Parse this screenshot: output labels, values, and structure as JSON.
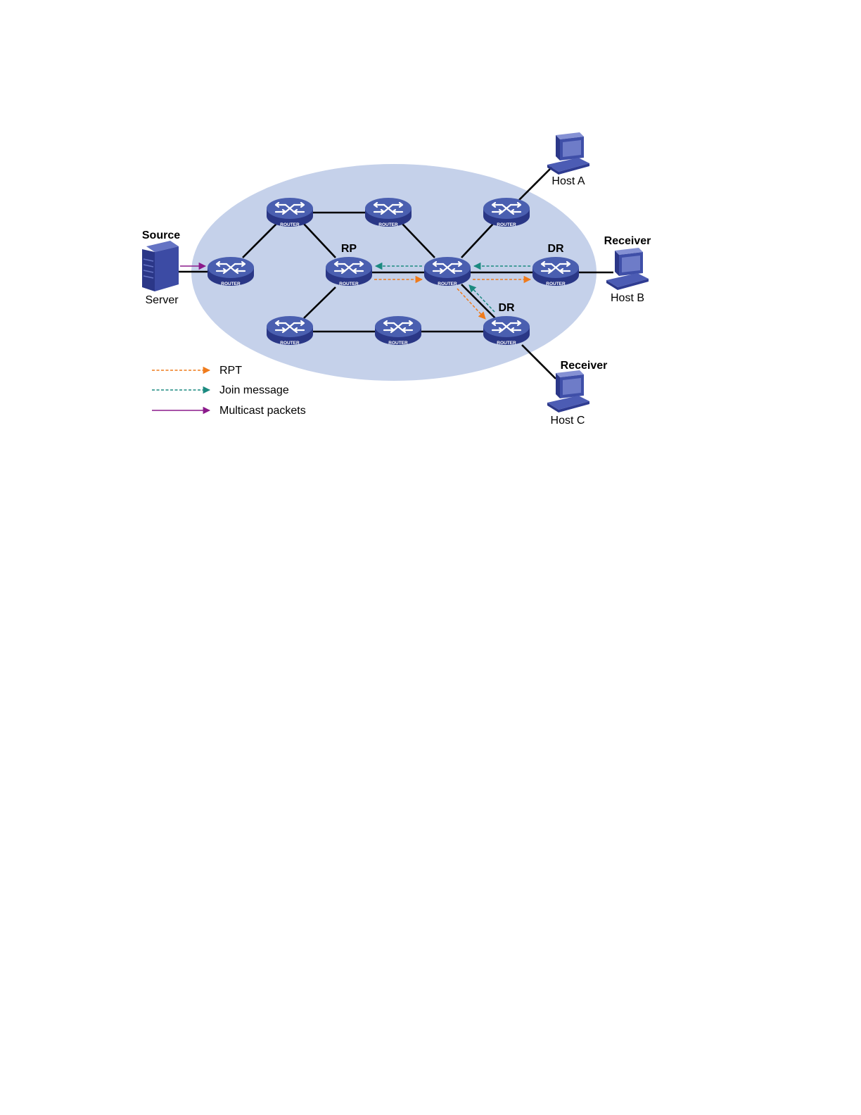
{
  "colors": {
    "domain_fill": "#c5d1ea",
    "router_top": "#4a5fb0",
    "router_side": "#2a3786",
    "link": "#000000",
    "rpt": "#ef7b1c",
    "join": "#1b8a80",
    "multicast": "#8b1a8b"
  },
  "router_label": "ROUTER",
  "labels": {
    "source": "Source",
    "server": "Server",
    "rp": "RP",
    "dr_b": "DR",
    "dr_c": "DR",
    "receiver_b": "Receiver",
    "receiver_c": "Receiver",
    "host_a": "Host A",
    "host_b": "Host B",
    "host_c": "Host C"
  },
  "legend": {
    "rpt": "RPT",
    "join": "Join message",
    "multicast": "Multicast packets"
  },
  "icons": {
    "router": "router-icon",
    "server": "server-icon",
    "host": "computer-icon"
  }
}
